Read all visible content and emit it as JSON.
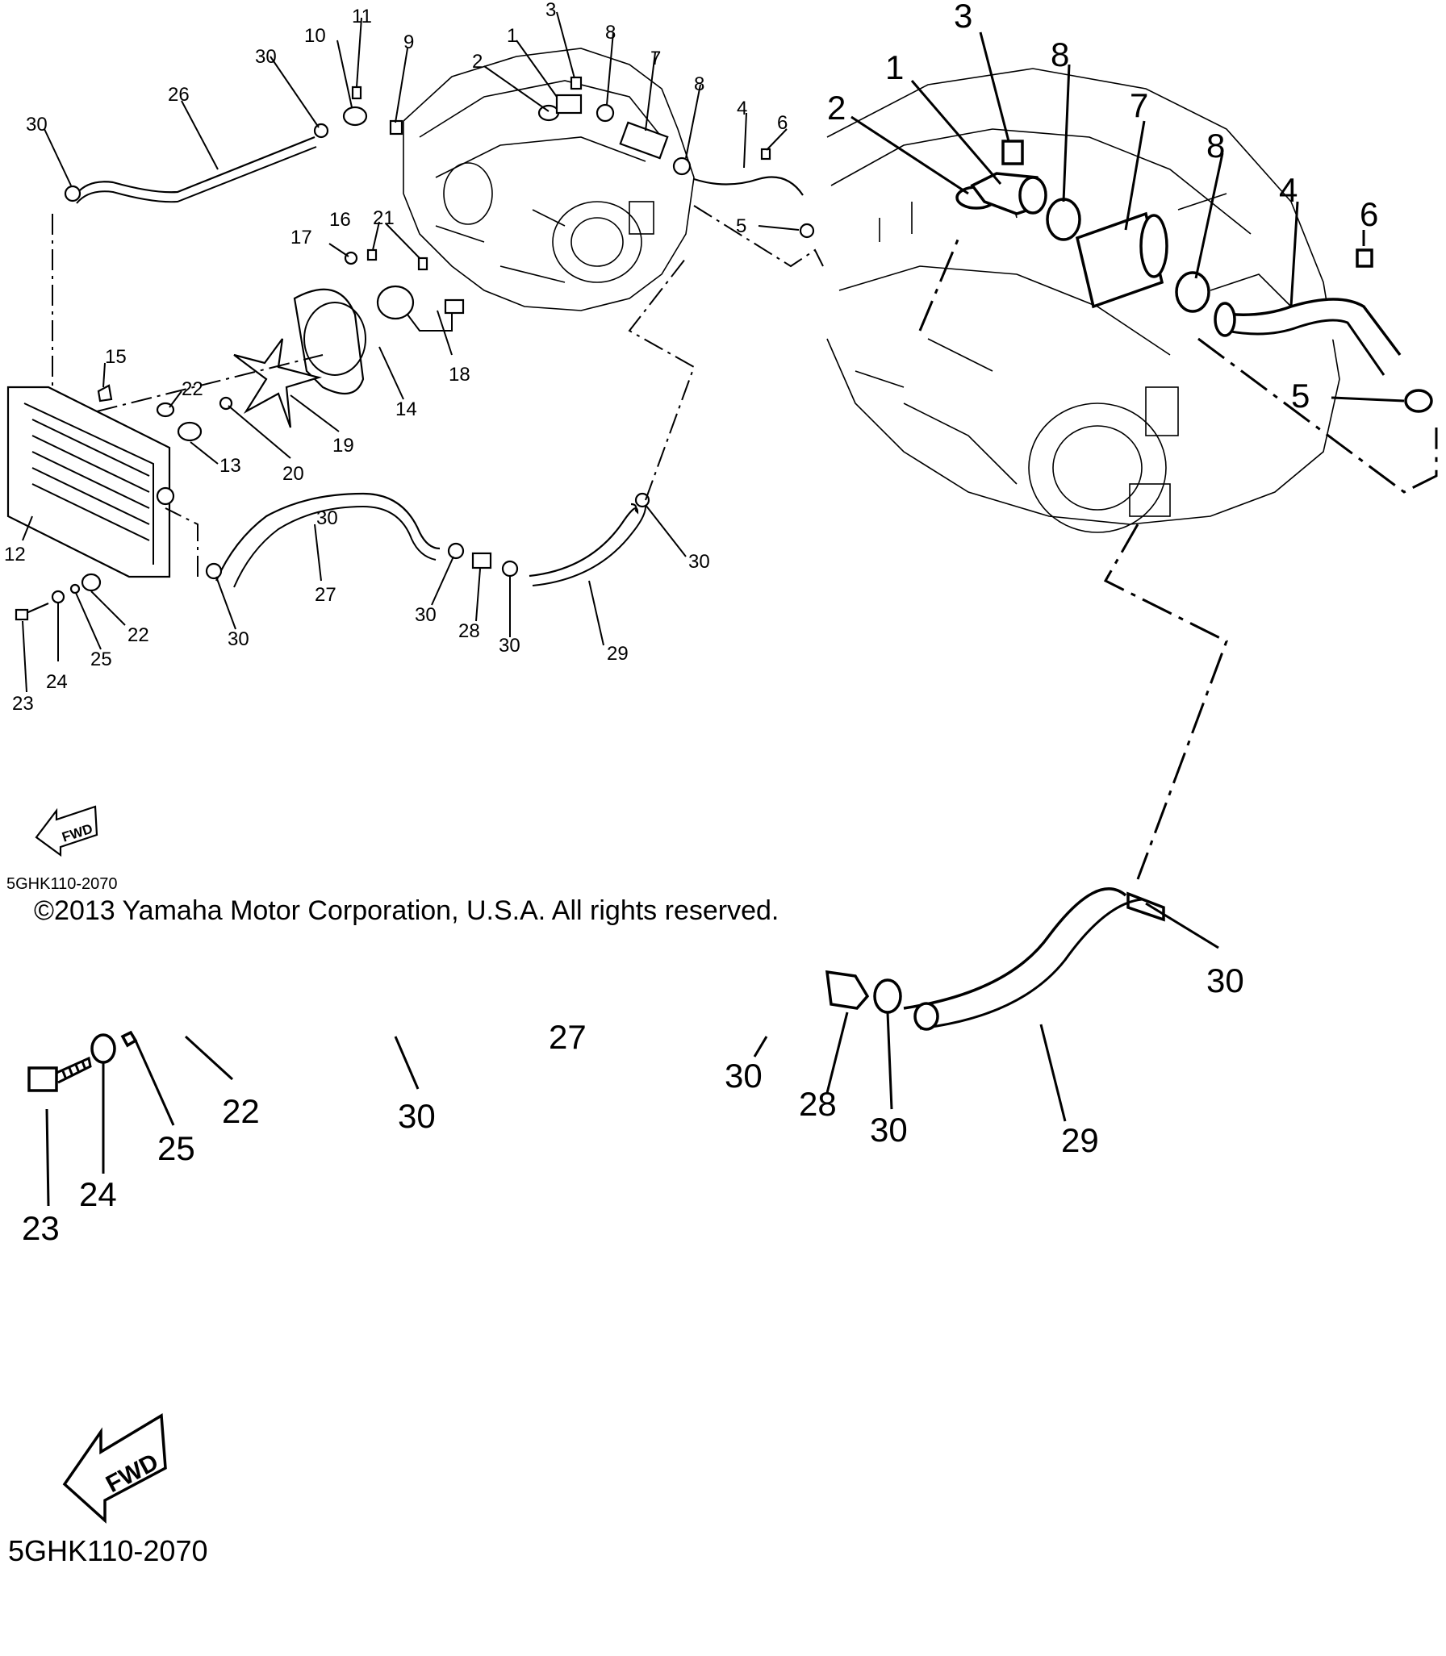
{
  "diagram_code": "5GHK110-2070",
  "copyright": "©2013 Yamaha Motor Corporation, U.S.A. All rights reserved.",
  "fwd_label": "FWD",
  "overview_callouts": [
    "1",
    "2",
    "3",
    "4",
    "5",
    "6",
    "7",
    "8",
    "8",
    "9",
    "10",
    "11",
    "12",
    "13",
    "14",
    "15",
    "16",
    "17",
    "18",
    "19",
    "20",
    "21",
    "22",
    "22",
    "23",
    "24",
    "25",
    "26",
    "27",
    "28",
    "29",
    "30",
    "30",
    "30",
    "30",
    "30",
    "30",
    "30",
    "30"
  ],
  "detail_callouts_right": [
    "1",
    "2",
    "3",
    "4",
    "5",
    "6",
    "7",
    "8",
    "8",
    "28",
    "29",
    "30",
    "30"
  ],
  "detail_callouts_left": [
    "22",
    "23",
    "24",
    "25",
    "27",
    "30",
    "30"
  ]
}
